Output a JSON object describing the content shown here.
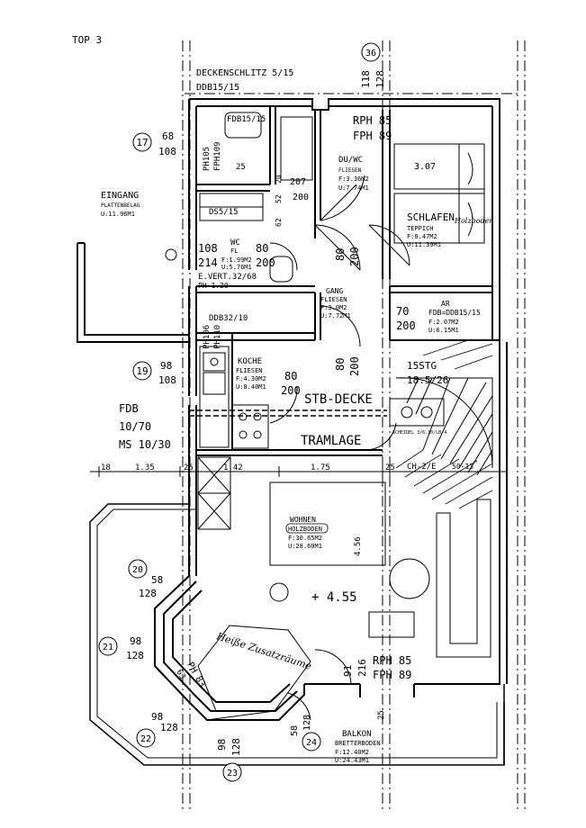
{
  "sheet": {
    "title": "TOP 3"
  },
  "header": {
    "slot_label": "DECKENSCHLITZ 5/15",
    "ddb_label": "DDB15/15"
  },
  "axes": [
    "17",
    "19",
    "20",
    "21",
    "22",
    "23",
    "24",
    "36"
  ],
  "dims": {
    "top_118": "118",
    "top_128": "128",
    "d68": "68",
    "d108a": "108",
    "d98": "98",
    "d108b": "108",
    "d20_58": "58",
    "d20_128": "128",
    "d21_98": "98",
    "d21_128": "128",
    "d22_98": "98",
    "d22_128": "128",
    "d23_98": "98",
    "d23_128": "128",
    "d24_58": "58",
    "d24_128": "128",
    "w18": "18",
    "w135": "1.35",
    "w25a": "25",
    "w142": "1.42",
    "w175": "1.75",
    "w25b": "25",
    "w25c": "25",
    "wohnen_456": "4.56",
    "wohnen_455": "+ 4.55",
    "schlafen_307": "3.07",
    "bad_25": "25",
    "f62": "62",
    "f52": "52",
    "f20": "20"
  },
  "openings": {
    "wc_108": "108",
    "wc_80": "80",
    "wc_214": "214",
    "wc_200": "200",
    "du_207": "207",
    "du_200": "200",
    "gang_80": "80",
    "gang_200": "200",
    "ar_70": "70",
    "ar_200": "200",
    "ko_80": "80",
    "ko_200": "200",
    "k_80": "80",
    "k_200": "200",
    "balk_91": "91",
    "balk_216": "216",
    "erker_63": "63",
    "erker_ph": "PH 83"
  },
  "rooms": {
    "eingang": {
      "name": "EINGANG",
      "finish": "PLATTENBELAG",
      "perimeter": "U:11.96M1"
    },
    "bad": {
      "name": "FDB15/15",
      "sub1": "PH105",
      "sub2": "FPH109"
    },
    "duwc": {
      "name": "DU/WC",
      "finish": "FLIESEN",
      "area": "F:3.36M2",
      "perimeter": "U:7.74M1"
    },
    "wc": {
      "name": "WC",
      "finish": "FL",
      "area": "F:1.99M2",
      "perimeter": "U:5.76M1",
      "vert": "E.VERT.32/68",
      "ph": "PH 1.20"
    },
    "ds": {
      "name": "DS5/15"
    },
    "gang": {
      "name": "GANG",
      "finish": "FLIESEN",
      "area": "F:3.0M2",
      "perimeter": "U:7.72M1"
    },
    "schlafen": {
      "name": "SCHLAFEN",
      "finish": "TEPPICH",
      "area": "F:8.47M2",
      "perimeter": "U:11.39M1",
      "note": "Holzboden"
    },
    "ar": {
      "name": "AR",
      "finish": "FDB=DDB15/15",
      "area": "F:2.07M2",
      "perimeter": "U:6.15M1"
    },
    "koche": {
      "name": "KOCHE",
      "finish": "FLIESEN",
      "area": "F:4.30M2",
      "perimeter": "U:8.40M1",
      "ddb": "DDB32/10",
      "ph1": "PH106",
      "ph2": "PH110"
    },
    "wohnen": {
      "name": "WOHNEN",
      "finish": "HOLZBODEN",
      "area": "F:30.65M2",
      "perimeter": "U:28.60M1"
    },
    "balkon": {
      "name": "BALKON",
      "finish": "BRETTERBODEN",
      "area": "F:12.40M2",
      "perimeter": "U:24.43M1"
    }
  },
  "labels": {
    "rph_top": "RPH 85",
    "fph_top": "FPH 89",
    "rph_bot": "RPH 85",
    "fph_bot": "FPH 89",
    "stb": "STB-DECKE",
    "tramlage": "TRAMLAGE",
    "stair1": "15STG",
    "stair2": "18.5/26",
    "fdb1": "FDB",
    "fdb2": "10/70",
    "fdb3": "MS 10/30",
    "chase": "CH-2/E",
    "chase2": "50-13",
    "heating": "SCHEIDEL 3/6.10/LB/4",
    "handwritten": "Heiße Zusatzräume"
  }
}
